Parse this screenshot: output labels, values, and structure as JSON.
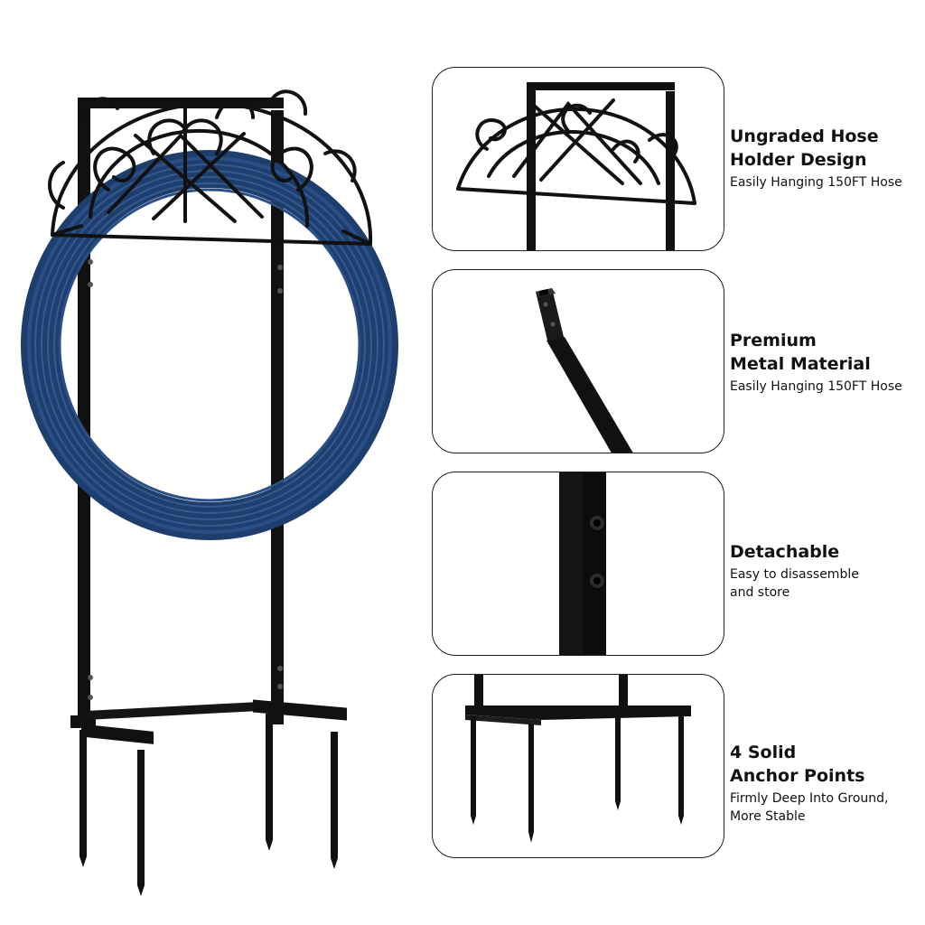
{
  "product": {
    "image_icon": "hose-holder-stand-with-coiled-hose"
  },
  "features": [
    {
      "title": "Ungraded Hose\nHolder Design",
      "desc": "Easily Hanging 150FT Hose",
      "icon": "hose-holder-arch-detail"
    },
    {
      "title": "Premium\nMetal Material",
      "desc": "Easily Hanging 150FT Hose",
      "icon": "metal-tube-detail"
    },
    {
      "title": "Detachable",
      "desc": "Easy to disassemble\nand store",
      "icon": "bolt-joint-detail"
    },
    {
      "title": "4 Solid\nAnchor Points",
      "desc": "Firmly Deep Into Ground,\nMore Stable",
      "icon": "ground-stakes-detail"
    }
  ],
  "colors": {
    "metal": "#151515",
    "hose": "#23467a",
    "border": "#222222"
  }
}
